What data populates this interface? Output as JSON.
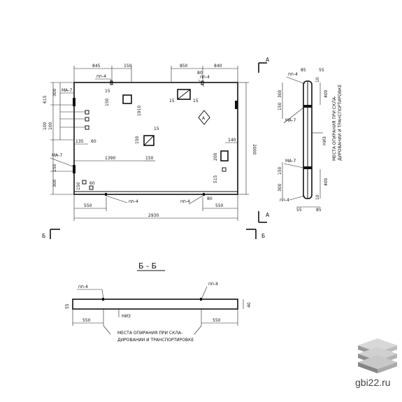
{
  "plan": {
    "dims": {
      "d845": "845",
      "d150a": "150",
      "d850": "850",
      "d840": "840",
      "d80a": "80",
      "d150b": "150",
      "d615": "615",
      "d300a": "300",
      "d300b": "300",
      "d100a": "100",
      "d100b": "100",
      "d135": "135",
      "d60a": "60",
      "d150c": "150",
      "d1910": "1910",
      "d1390": "1390",
      "d150d": "150",
      "d15": "15",
      "d150e": "150",
      "d200": "200",
      "d140": "140",
      "d515": "515",
      "d150f": "150",
      "d60b": "60",
      "d80b": "80",
      "d550a": "550",
      "d550b": "550",
      "d2930": "2930",
      "d2000": "2000",
      "d15b": "15",
      "d15c": "15",
      "d15d": "15"
    },
    "labels": {
      "pp4_top": "пп-4",
      "pp4_top2": "пп-4",
      "ma7_a": "МА-7",
      "ma7_b": "МА-7",
      "pp4_bot_a": "пп-4",
      "pp4_bot_b": "пп-4",
      "mark_a": "А"
    }
  },
  "section_markers": {
    "a_top": "А",
    "a_bottom": "А",
    "b_left": "Б",
    "b_right": "Б"
  },
  "side_view": {
    "pp4_top": "пп-4",
    "d85a": "85",
    "d55a": "55",
    "d300": "300",
    "d150a": "150",
    "d400a": "400",
    "d10a": "10",
    "ma7_a": "МА-7",
    "niz": "НИЗ",
    "ma7_b": "МА-7",
    "d150b": "150",
    "d300b": "300",
    "d400b": "400",
    "d10b": "10",
    "pp4_bot": "пп-4",
    "d55b": "55",
    "d85b": "85",
    "note_line1": "МЕСТА ОПИРАНИЯ ПРИ СКЛА-",
    "note_line2": "ДИРОВАНИИ И ТРАНСПОРТИРОВКЕ"
  },
  "section_bb": {
    "title": "Б - Б",
    "pp4_left": "пп-4",
    "pp4_right": "пп-4",
    "d55": "55",
    "d40": "40",
    "niz": "НИЗ",
    "d550a": "550",
    "d550b": "550",
    "note_line1": "МЕСТА ОПИРАНИЯ ПРИ СКЛА-",
    "note_line2": "ДИРОВАНИИ И ТРАНСПОРТИРОВКЕ"
  },
  "watermark": {
    "site": "gbi22.ru"
  }
}
